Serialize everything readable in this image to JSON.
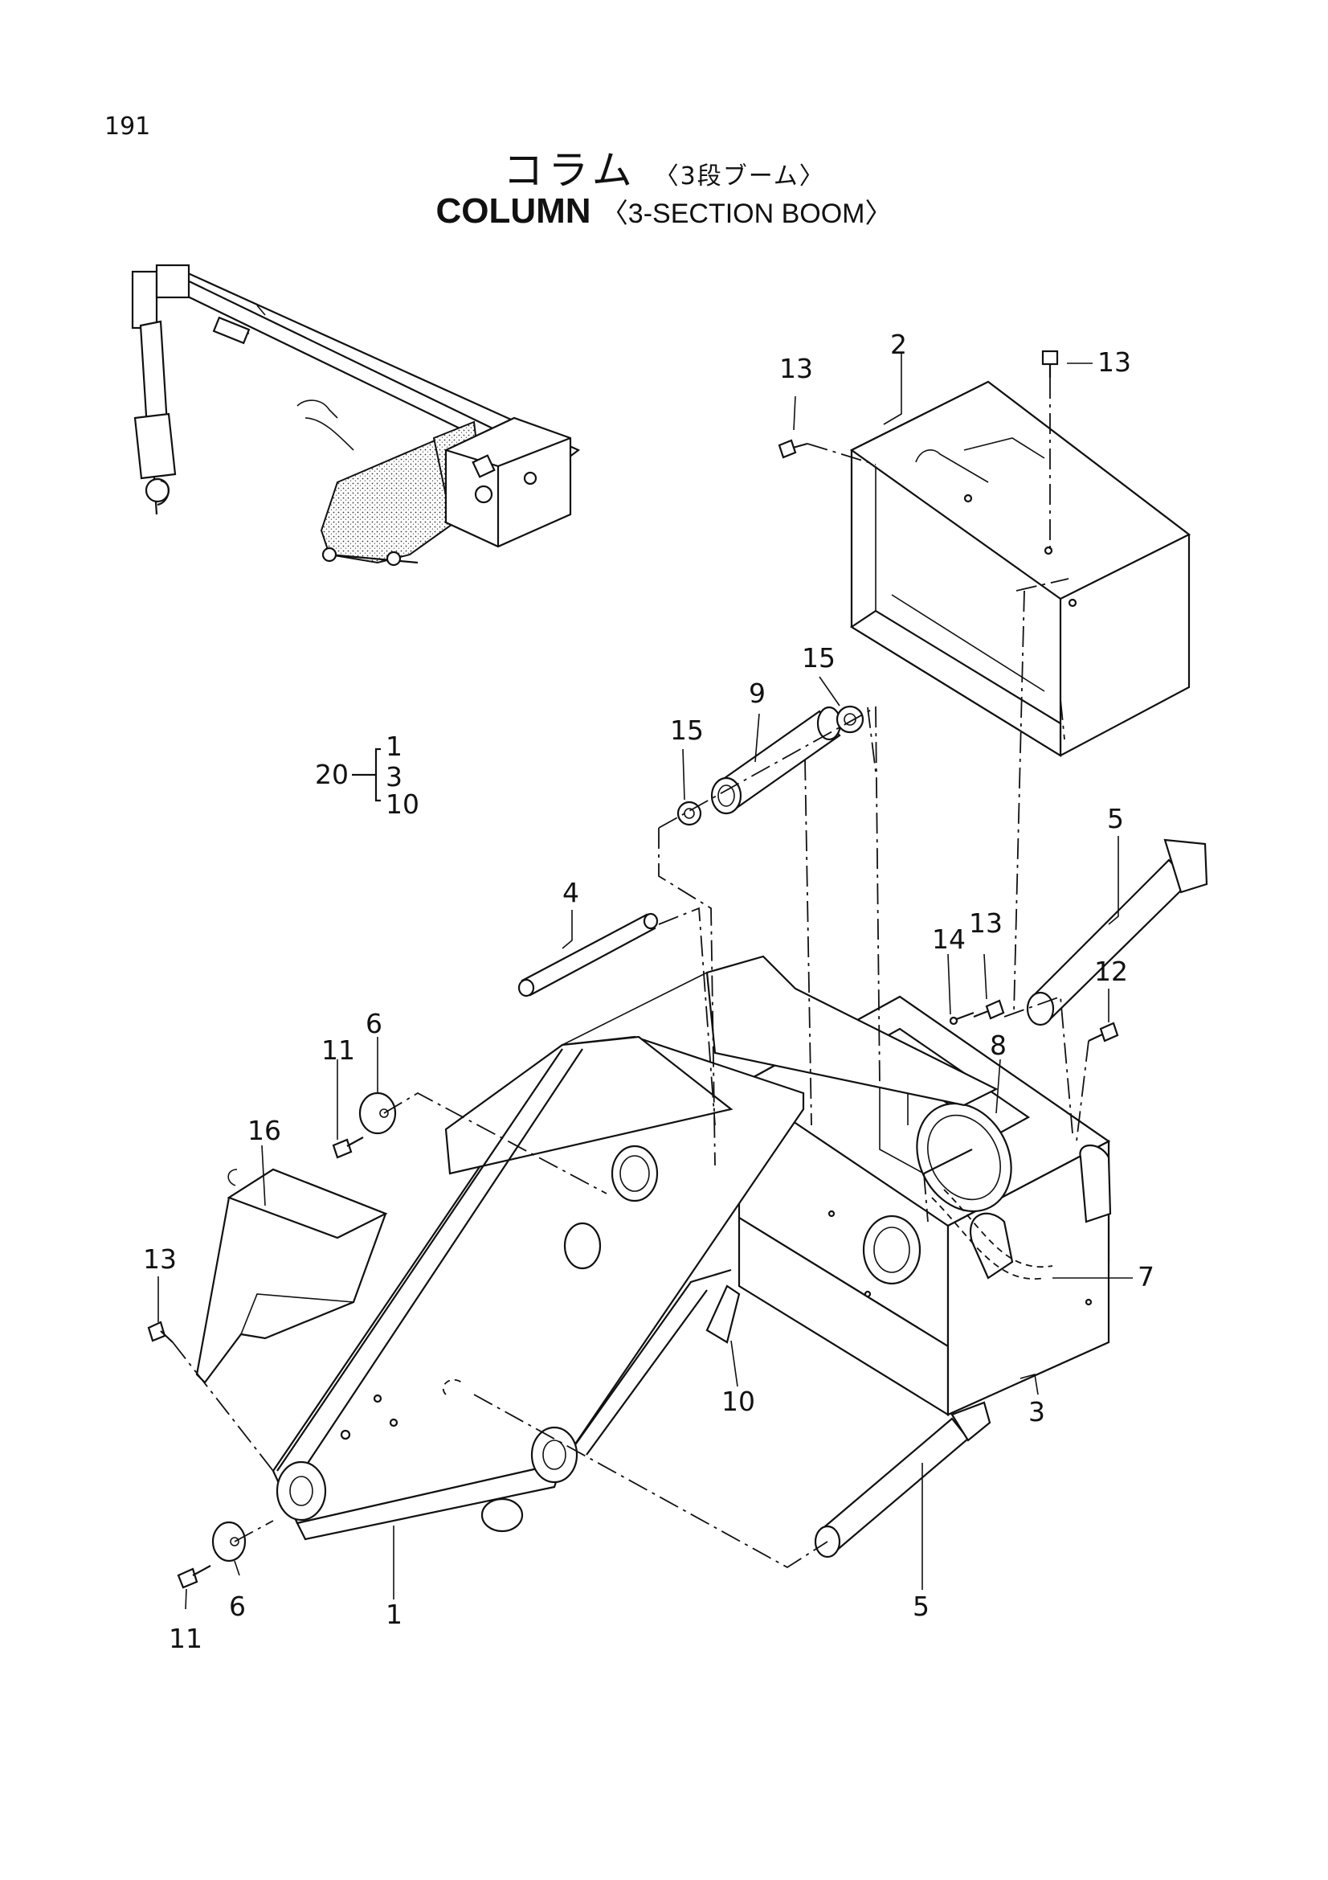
{
  "page_number": "191",
  "title": {
    "jp_main": "コラム",
    "jp_sub": "〈3段ブーム〉",
    "en_main": "COLUMN",
    "en_sub": "〈3-SECTION BOOM〉"
  },
  "assembly": {
    "number": "20",
    "components": [
      "1",
      "3",
      "10"
    ]
  },
  "callouts": {
    "c1": "1",
    "c2": "2",
    "c3": "3",
    "c4": "4",
    "c5a": "5",
    "c5b": "5",
    "c6a": "6",
    "c6b": "6",
    "c7": "7",
    "c8": "8",
    "c9": "9",
    "c10": "10",
    "c11a": "11",
    "c11b": "11",
    "c12": "12",
    "c13a": "13",
    "c13b": "13",
    "c13c": "13",
    "c13d": "13",
    "c14": "14",
    "c15a": "15",
    "c15b": "15",
    "c16": "16"
  }
}
